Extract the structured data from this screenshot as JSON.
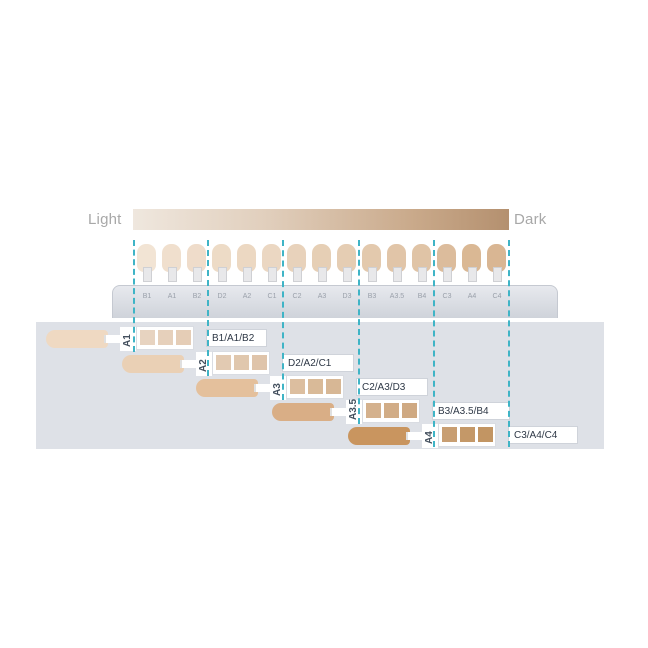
{
  "scale": {
    "light_label": "Light",
    "dark_label": "Dark"
  },
  "shade_guide": {
    "teeth": [
      "B1",
      "A1",
      "B2",
      "D2",
      "A2",
      "C1",
      "C2",
      "A3",
      "D3",
      "B3",
      "A3.5",
      "B4",
      "C3",
      "A4",
      "C4"
    ],
    "tooth_colors": [
      "#f2e4d4",
      "#f0dfcd",
      "#efdcca",
      "#eddbc6",
      "#ecd8c2",
      "#ebd7c2",
      "#e8d2bb",
      "#e6cfb5",
      "#e5cdb3",
      "#e3c9ad",
      "#e1c5a8",
      "#e0c4a6",
      "#dcbc9c",
      "#dab894",
      "#d9b693"
    ]
  },
  "groups": [
    {
      "tab": "A1",
      "code": "B1/A1/B2",
      "tab_color": "#efd9c2",
      "squares": [
        "#e7d3c0",
        "#e6d0bb",
        "#e5cdb6"
      ]
    },
    {
      "tab": "A2",
      "code": "D2/A2/C1",
      "tab_color": "#ead0b5",
      "squares": [
        "#e2cab2",
        "#e0c7ad",
        "#dfc4aa"
      ]
    },
    {
      "tab": "A3",
      "code": "C2/A3/D3",
      "tab_color": "#e4c09c",
      "squares": [
        "#dcbe9f",
        "#d9ba98",
        "#d7b795"
      ]
    },
    {
      "tab": "A3.5",
      "code": "B3/A3.5/B4",
      "tab_color": "#d9ae86",
      "squares": [
        "#d4b18d",
        "#d1ac86",
        "#cfa982"
      ]
    },
    {
      "tab": "A4",
      "code": "C3/A4/C4",
      "tab_color": "#c9955f",
      "squares": [
        "#c89e72",
        "#c49868",
        "#c29563"
      ]
    }
  ]
}
